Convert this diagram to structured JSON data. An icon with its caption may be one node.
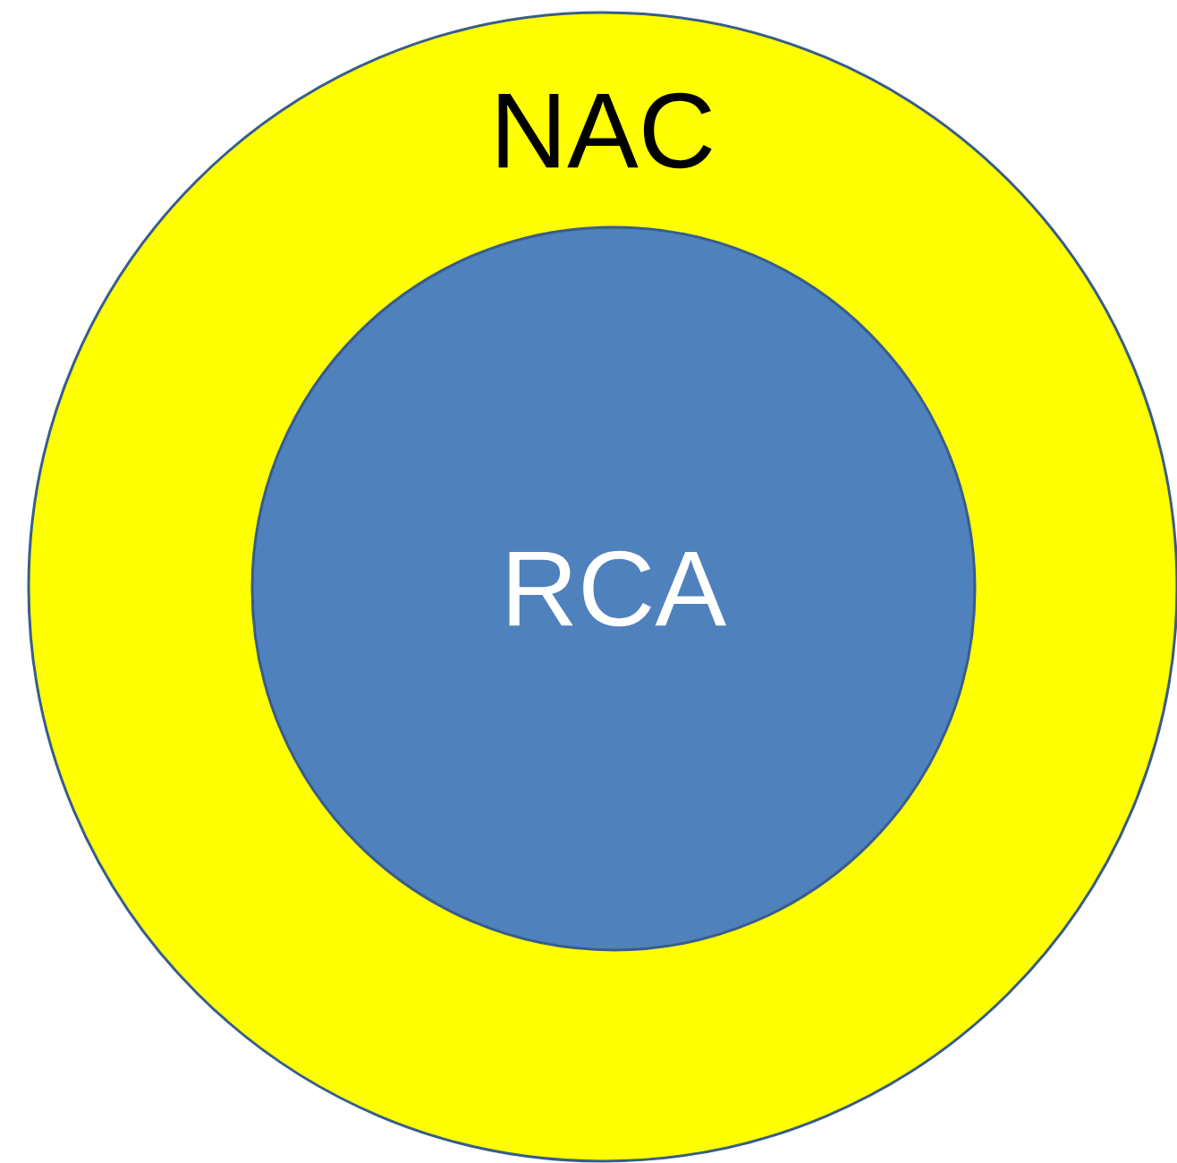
{
  "diagram": {
    "nodes": [
      {
        "text": [
          "NAC"
        ]
      },
      {
        "text": [
          "RCA"
        ],
        "in": 0
      }
    ]
  }
}
